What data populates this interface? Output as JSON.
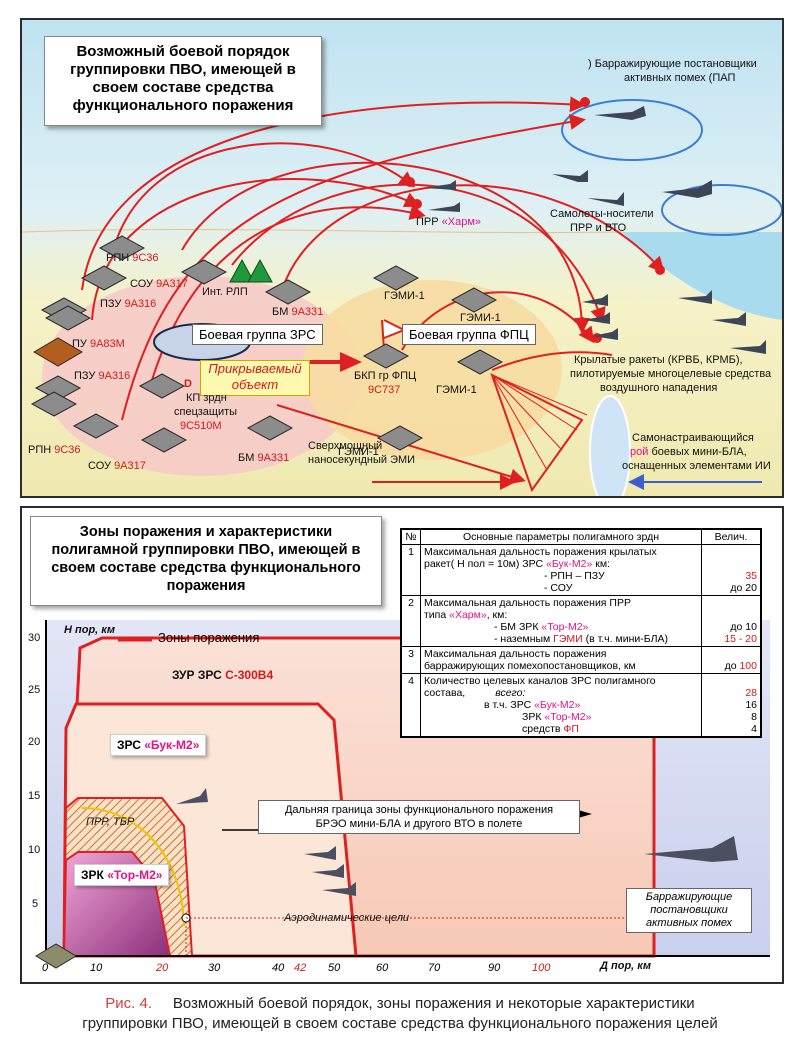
{
  "top": {
    "title": "Возможный боевой порядок группировки ПВО, имеющей в своем составе средства функционального поражения",
    "pap_label_1": ") Барражирующие постановщики",
    "pap_label_2": "активных помех (ПАП",
    "prr_prefix": "ПРР ",
    "prr_name": "«Харм»",
    "carriers_1": "Самолеты-носители",
    "carriers_2": "ПРР и ВТО",
    "cruise_1": "Крылатые ракеты (КРВБ, КРМБ),",
    "cruise_2": "пилотируемые многоцелевые средства",
    "cruise_3": "воздушного нападения",
    "swarm_1": "Самонастраивающийся",
    "swarm_2_pre": "рой",
    "swarm_2_post": " боевых мини-БЛА,",
    "swarm_3": "оснащенных элементами ИИ",
    "zrs_group": "Боевая группа ЗРС",
    "fpc_group": "Боевая группа ФПЦ",
    "protected_1": "Прикрываемый",
    "protected_2": "объект",
    "emi_1": "Сверхмощный",
    "emi_2": "наносекундный ЭМИ",
    "rpn1_pre": "РПН ",
    "rpn1_code": "9С36",
    "sou1_pre": "СОУ ",
    "sou1_code": "9А317",
    "int_rlp": "Инт. РЛП",
    "pzu1_pre": "ПЗУ ",
    "pzu1_code": "9А316",
    "pu_pre": "ПУ ",
    "pu_code": "9А83М",
    "pzu2_pre": "ПЗУ ",
    "pzu2_code": "9А316",
    "kp_1": "КП зрдн",
    "kp_2": "спецзащиты",
    "kp_code": "9С510М",
    "rpn2_pre": "РПН ",
    "rpn2_code": "9С36",
    "sou2_pre": "СОУ ",
    "sou2_code": "9А317",
    "bm1_pre": "БМ ",
    "bm1_code": "9А331",
    "bm2_pre": "БМ ",
    "bm2_code": "9А331",
    "bkp_1": "БКП гр ФПЦ",
    "bkp_code": "9С737",
    "gemi_a": "ГЭМИ-1",
    "gemi_b": "ГЭМИ-1",
    "gemi_c": "ГЭМИ-1",
    "gemi_d": "ГЭМИ-1",
    "d_mark": "D"
  },
  "bottom": {
    "title": "Зоны поражения и характеристики полигамной группировки ПВО, имеющей в своем составе средства функционального поражения",
    "legend_label": "Зоны поражения",
    "y_axis_label": "Н пор, км",
    "x_axis_label": "Д пор, км",
    "zone_s300": "ЗУР ЗРС ",
    "zone_s300_name": "С-300В4",
    "zone_buk": "ЗРС ",
    "zone_buk_name": "«Бук-М2»",
    "zone_prr": "ПРР, ТБР",
    "zone_tor": "ЗРК ",
    "zone_tor_name": "«Тор-М2»",
    "far_border_1": "Дальняя граница зоны функционального поражения",
    "far_border_2": "БРЭО мини-БЛА и другого ВТО в полете",
    "aero_targets": "Аэродинамические цели",
    "jammers_1": "Барражирующие",
    "jammers_2": "постановщики",
    "jammers_3": "активных помех",
    "y_ticks": [
      "30",
      "25",
      "20",
      "15",
      "10",
      "5"
    ],
    "x_ticks": [
      {
        "v": "0",
        "c": "#000"
      },
      {
        "v": "10",
        "c": "#000"
      },
      {
        "v": "20",
        "c": "#d41a1a"
      },
      {
        "v": "30",
        "c": "#000"
      },
      {
        "v": "40",
        "c": "#000"
      },
      {
        "v": "42",
        "c": "#d41a1a"
      },
      {
        "v": "50",
        "c": "#000"
      },
      {
        "v": "60",
        "c": "#000"
      },
      {
        "v": "70",
        "c": "#000"
      },
      {
        "v": "90",
        "c": "#000"
      },
      {
        "v": "100",
        "c": "#d41a1a"
      }
    ],
    "table": {
      "h_num": "№",
      "h_param": "Основные параметры полигамного зрдн",
      "h_val": "Велич.",
      "r1_num": "1",
      "r1_a": "Максимальная дальность поражения крылатых",
      "r1_b_pre": "ракет( Н пол = 10м) ЗРС ",
      "r1_b_name": "«Бук-М2»",
      "r1_b_post": " км:",
      "r1_c": "- РПН – ПЗУ",
      "r1_d": "- СОУ",
      "r1_v1": "35",
      "r1_v2": "до 20",
      "r2_num": "2",
      "r2_a": "Максимальная дальность поражения ПРР",
      "r2_b_pre": "типа ",
      "r2_b_name": "«Харм»",
      "r2_b_post": ", км:",
      "r2_c_pre": "- БМ ЗРК ",
      "r2_c_name": "«Тор-М2»",
      "r2_d_pre": "- наземным ",
      "r2_d_name": "ГЭМИ",
      "r2_d_post": " (в т.ч. мини-БЛА)",
      "r2_v1": "до 10",
      "r2_v2": "15 - 20",
      "r3_num": "3",
      "r3_a": "Максимальная дальность поражения",
      "r3_b": "барражирующих помехопостановщиков, км",
      "r3_v_pre": "до ",
      "r3_v": "100",
      "r4_num": "4",
      "r4_a": "Количество целевых каналов ЗРС полигамного",
      "r4_b": "состава,",
      "r4_b2": "всего:",
      "r4_c_pre": "в т.ч. ЗРС ",
      "r4_c_name": "«Бук-М2»",
      "r4_d_pre": "ЗРК ",
      "r4_d_name": "«Тор-М2»",
      "r4_e_pre": "средств ",
      "r4_e_name": "ФП",
      "r4_v1": "28",
      "r4_v2": "16",
      "r4_v3": "8",
      "r4_v4": "4"
    }
  },
  "caption": {
    "fig": "Рис. 4.",
    "text_1": "Возможный боевой порядок, зоны поражения и некоторые характеристики",
    "text_2": "группировки ПВО, имеющей в своем составе средства функционального поражения целей"
  },
  "colors": {
    "red": "#e02020",
    "pink": "#e0138b",
    "gray_unit": "#8a8a8a",
    "zone_ellipse": "#f7c9c9",
    "fpc_ellipse": "#f7dca2"
  }
}
